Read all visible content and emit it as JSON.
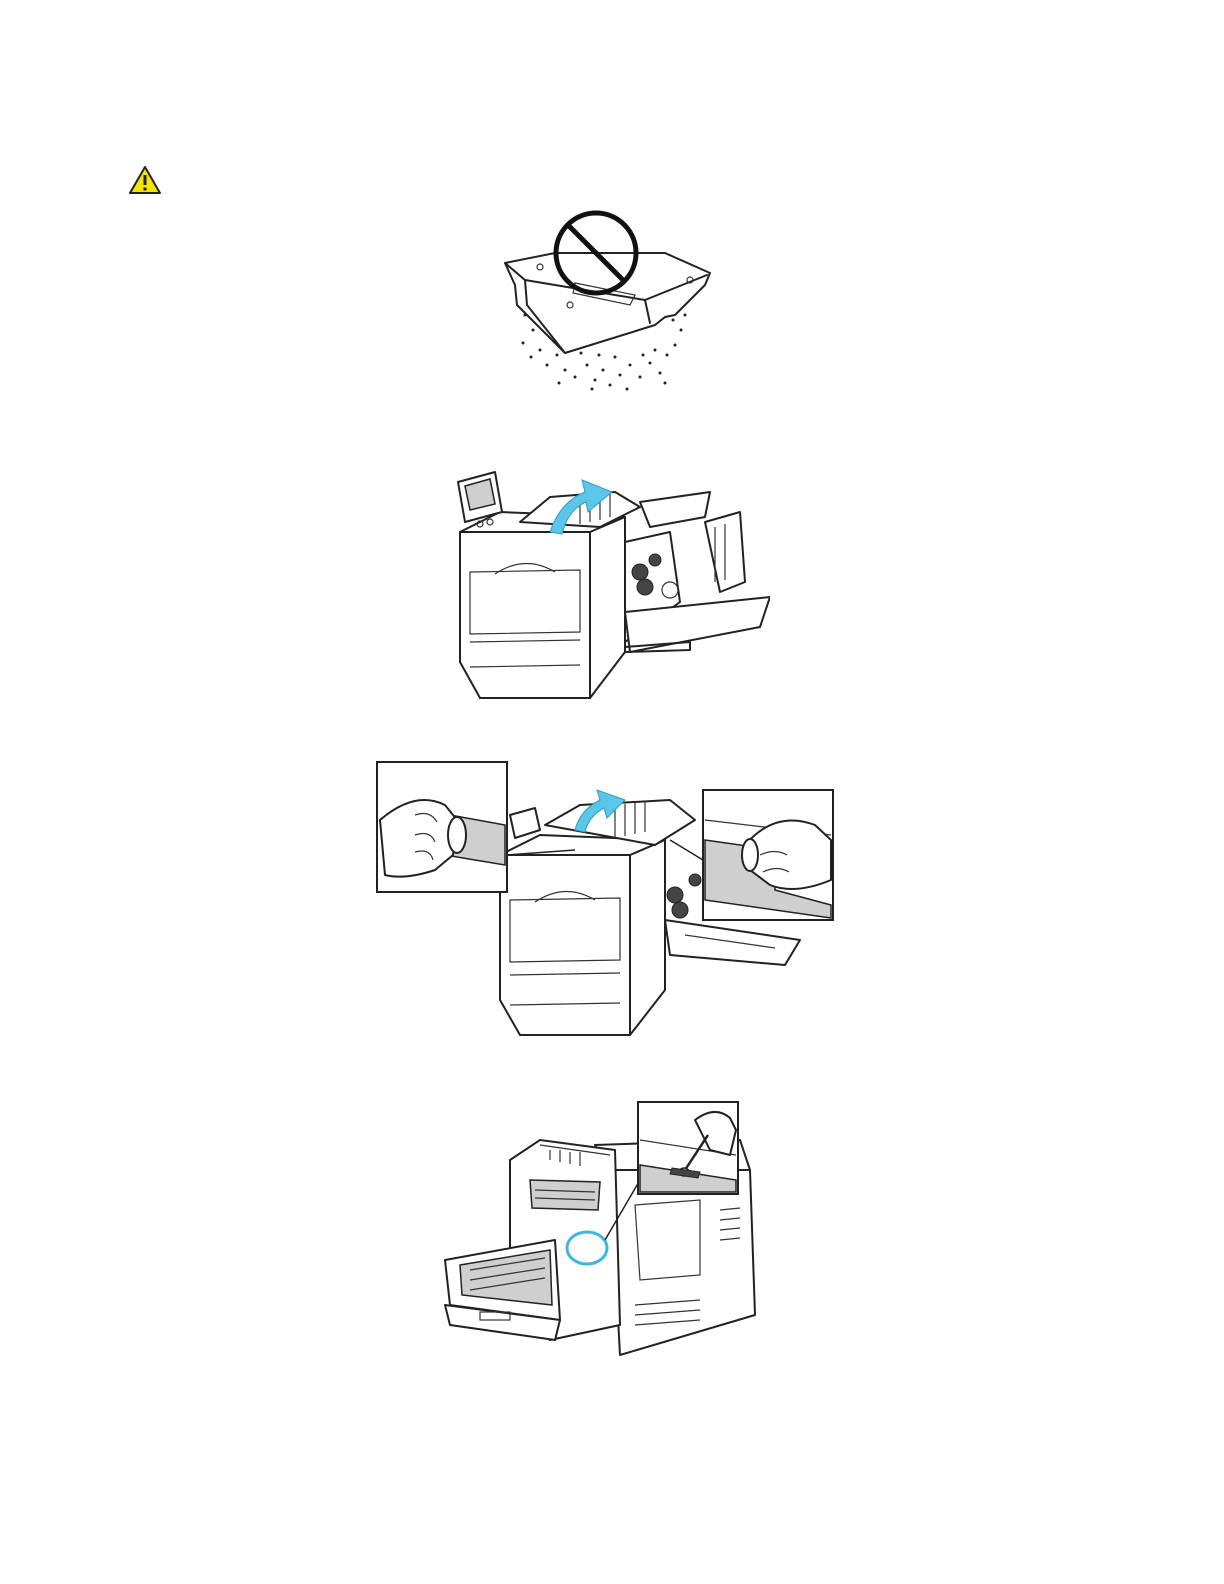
{
  "page": {
    "caution_icon": "warning-triangle-icon",
    "colors": {
      "caution_fill": "#f2e600",
      "accent_arrow": "#5bc6e8",
      "line": "#222222"
    },
    "illustrations": [
      {
        "id": "waste-toner-container-do-not-tilt",
        "icon": "prohibited-icon"
      },
      {
        "id": "printer-lift-waste-toner-cover",
        "icon": "lift-arrow-icon"
      },
      {
        "id": "printer-remove-cleaning-rod",
        "icon": "lift-arrow-icon"
      },
      {
        "id": "printer-clean-sensor-rear-door-open",
        "icon": "cotton-swab-icon"
      }
    ]
  }
}
